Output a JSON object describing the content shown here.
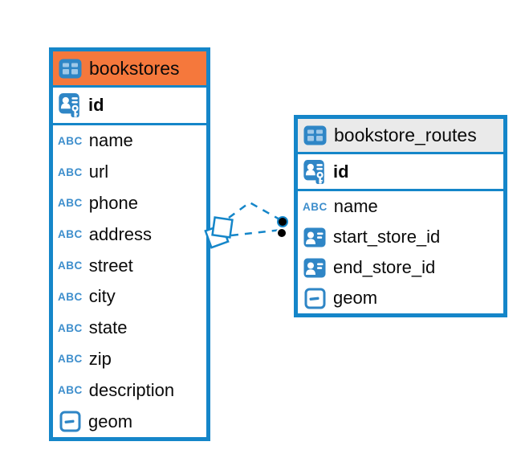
{
  "colors": {
    "table_border_blue": "#1586C9",
    "icon_blue": "#2F86C6",
    "abc_icon_blue": "#3D8ECC",
    "selected_header_orange": "#F5783C",
    "header_gray": "#EAEAEA",
    "text_black": "#0a0a0a"
  },
  "tables": [
    {
      "name": "bookstores",
      "header_style": "orange",
      "key_columns": [
        {
          "name": "id",
          "icon": "primary-key-icon"
        }
      ],
      "columns": [
        {
          "name": "name",
          "icon": "text-icon"
        },
        {
          "name": "url",
          "icon": "text-icon"
        },
        {
          "name": "phone",
          "icon": "text-icon"
        },
        {
          "name": "address",
          "icon": "text-icon"
        },
        {
          "name": "street",
          "icon": "text-icon"
        },
        {
          "name": "city",
          "icon": "text-icon"
        },
        {
          "name": "state",
          "icon": "text-icon"
        },
        {
          "name": "zip",
          "icon": "text-icon"
        },
        {
          "name": "description",
          "icon": "text-icon"
        },
        {
          "name": "geom",
          "icon": "geometry-icon"
        }
      ]
    },
    {
      "name": "bookstore_routes",
      "header_style": "gray",
      "key_columns": [
        {
          "name": "id",
          "icon": "primary-key-icon"
        }
      ],
      "columns": [
        {
          "name": "name",
          "icon": "text-icon"
        },
        {
          "name": "start_store_id",
          "icon": "reference-icon"
        },
        {
          "name": "end_store_id",
          "icon": "reference-icon"
        },
        {
          "name": "geom",
          "icon": "geometry-icon"
        }
      ]
    }
  ],
  "relationships": [
    {
      "from_table": "bookstores",
      "from_column": "id",
      "to_table": "bookstore_routes",
      "to_column": "start_store_id",
      "line_style": "dashed"
    },
    {
      "from_table": "bookstores",
      "from_column": "id",
      "to_table": "bookstore_routes",
      "to_column": "end_store_id",
      "line_style": "dashed"
    }
  ]
}
